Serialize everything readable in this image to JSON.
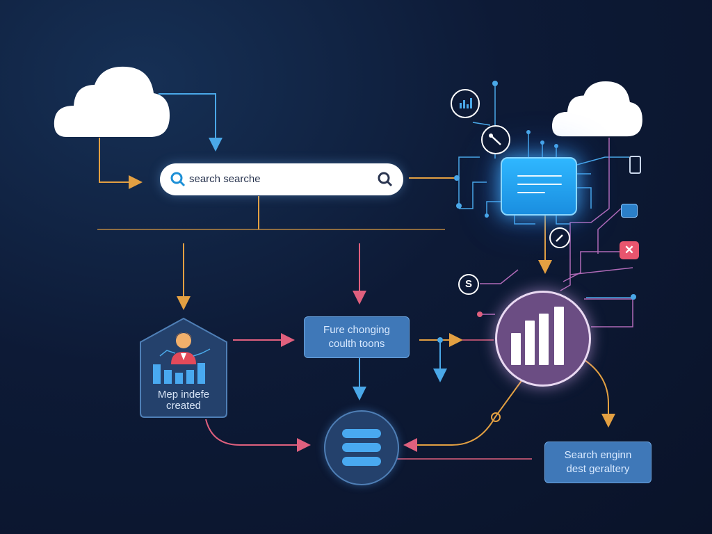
{
  "search": {
    "text": "search searche"
  },
  "process_box": {
    "line1": "Fure chonging",
    "line2": "coulth toons"
  },
  "user_chart_box": {
    "line1": "Mep indefe",
    "line2": "created"
  },
  "search_engine_box": {
    "line1": "Search enginn",
    "line2": "dest geraltery"
  },
  "dollar_icon": {
    "symbol": "S"
  },
  "close_badge": {
    "symbol": "✕"
  },
  "colors": {
    "background": "#0d1a36",
    "blue_connector": "#4aa8e8",
    "orange_connector": "#e3a042",
    "pink_connector": "#e0607e",
    "violet_connector": "#b06ab8",
    "card_blue": "#3f78b8",
    "chart_purple": "#6b4d83"
  },
  "icons": [
    "cloud-icon",
    "search-icon",
    "server-card-icon",
    "bar-chart-icon",
    "user-icon",
    "database-icon",
    "dollar-icon",
    "close-icon",
    "wrench-icon",
    "chart-mini-icon",
    "pencil-icon",
    "phone-icon",
    "pin-icon"
  ]
}
